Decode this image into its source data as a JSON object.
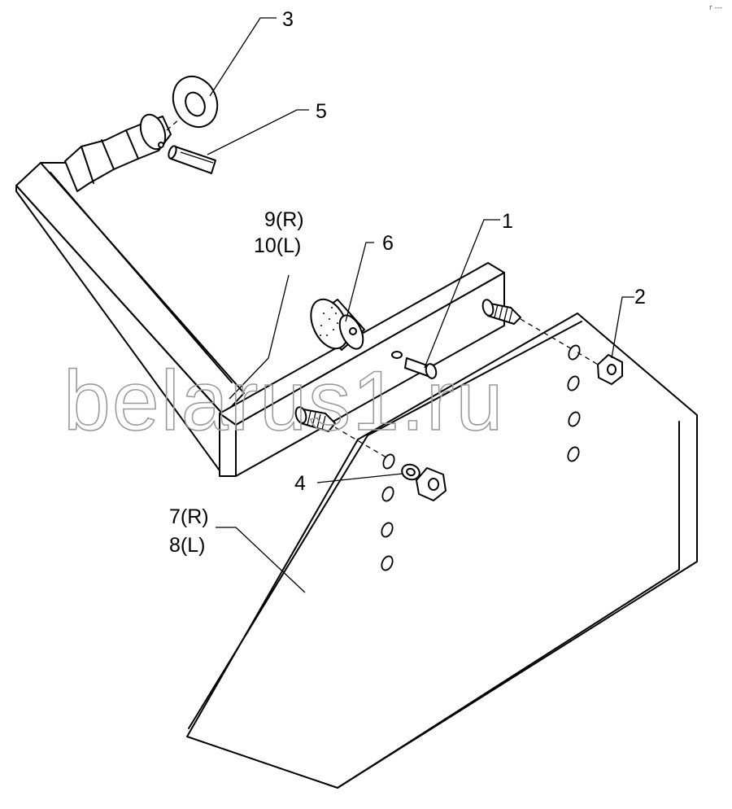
{
  "watermark": "belarus1.ru",
  "corner_mark": "r ---",
  "callouts": {
    "c1": "1",
    "c2": "2",
    "c3": "3",
    "c4": "4",
    "c5": "5",
    "c6": "6",
    "c7": "7(R)",
    "c8": "8(L)",
    "c9": "9(R)",
    "c10": "10(L)"
  }
}
